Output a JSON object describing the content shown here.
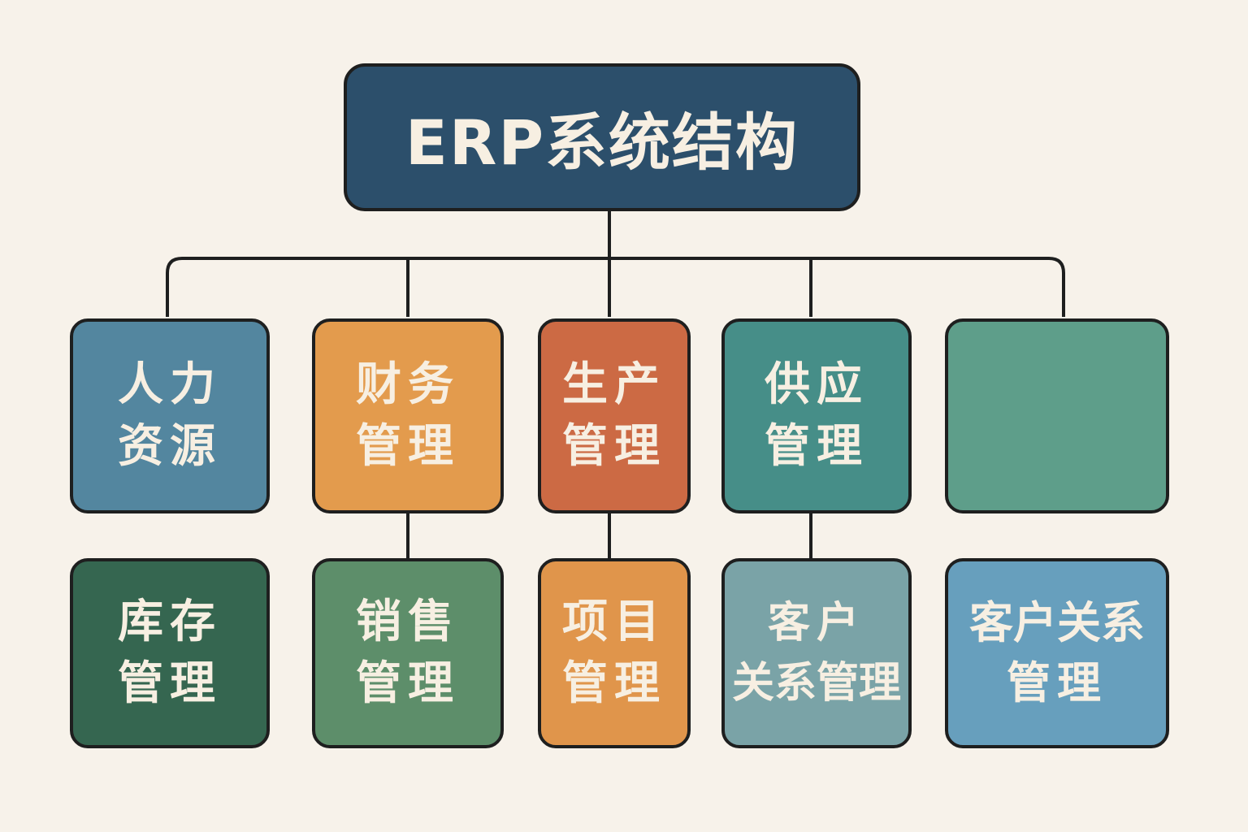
{
  "diagram": {
    "title": "ERP系统结构",
    "type": "org-tree",
    "colors": {
      "background": "#f7f2ea",
      "border": "#1e1f1f",
      "text": "#f7efe2",
      "root": "#2c4f6b"
    },
    "level1": [
      {
        "id": "hr",
        "lines": [
          "人力",
          "资源"
        ],
        "color": "#53869f"
      },
      {
        "id": "fin",
        "lines": [
          "财务",
          "管理"
        ],
        "color": "#e39b4d"
      },
      {
        "id": "prod",
        "lines": [
          "生产",
          "管理"
        ],
        "color": "#cc6a44"
      },
      {
        "id": "sup",
        "lines": [
          "供应",
          "管理"
        ],
        "color": "#468e88"
      },
      {
        "id": "empty",
        "lines": [],
        "color": "#5e9e8a"
      }
    ],
    "level2": [
      {
        "id": "inv",
        "lines": [
          "库存",
          "管理"
        ],
        "color": "#356650",
        "parent": null
      },
      {
        "id": "sales",
        "lines": [
          "销售",
          "管理"
        ],
        "color": "#5d8e6a",
        "parent": "fin"
      },
      {
        "id": "proj",
        "lines": [
          "项目",
          "管理"
        ],
        "color": "#e0954b",
        "parent": "prod"
      },
      {
        "id": "crm1",
        "lines": [
          "客户",
          "关系管理"
        ],
        "color": "#7aa3a7",
        "parent": "sup"
      },
      {
        "id": "crm2",
        "lines": [
          "客户关系",
          "管理"
        ],
        "color": "#679fbd",
        "parent": null
      }
    ]
  }
}
